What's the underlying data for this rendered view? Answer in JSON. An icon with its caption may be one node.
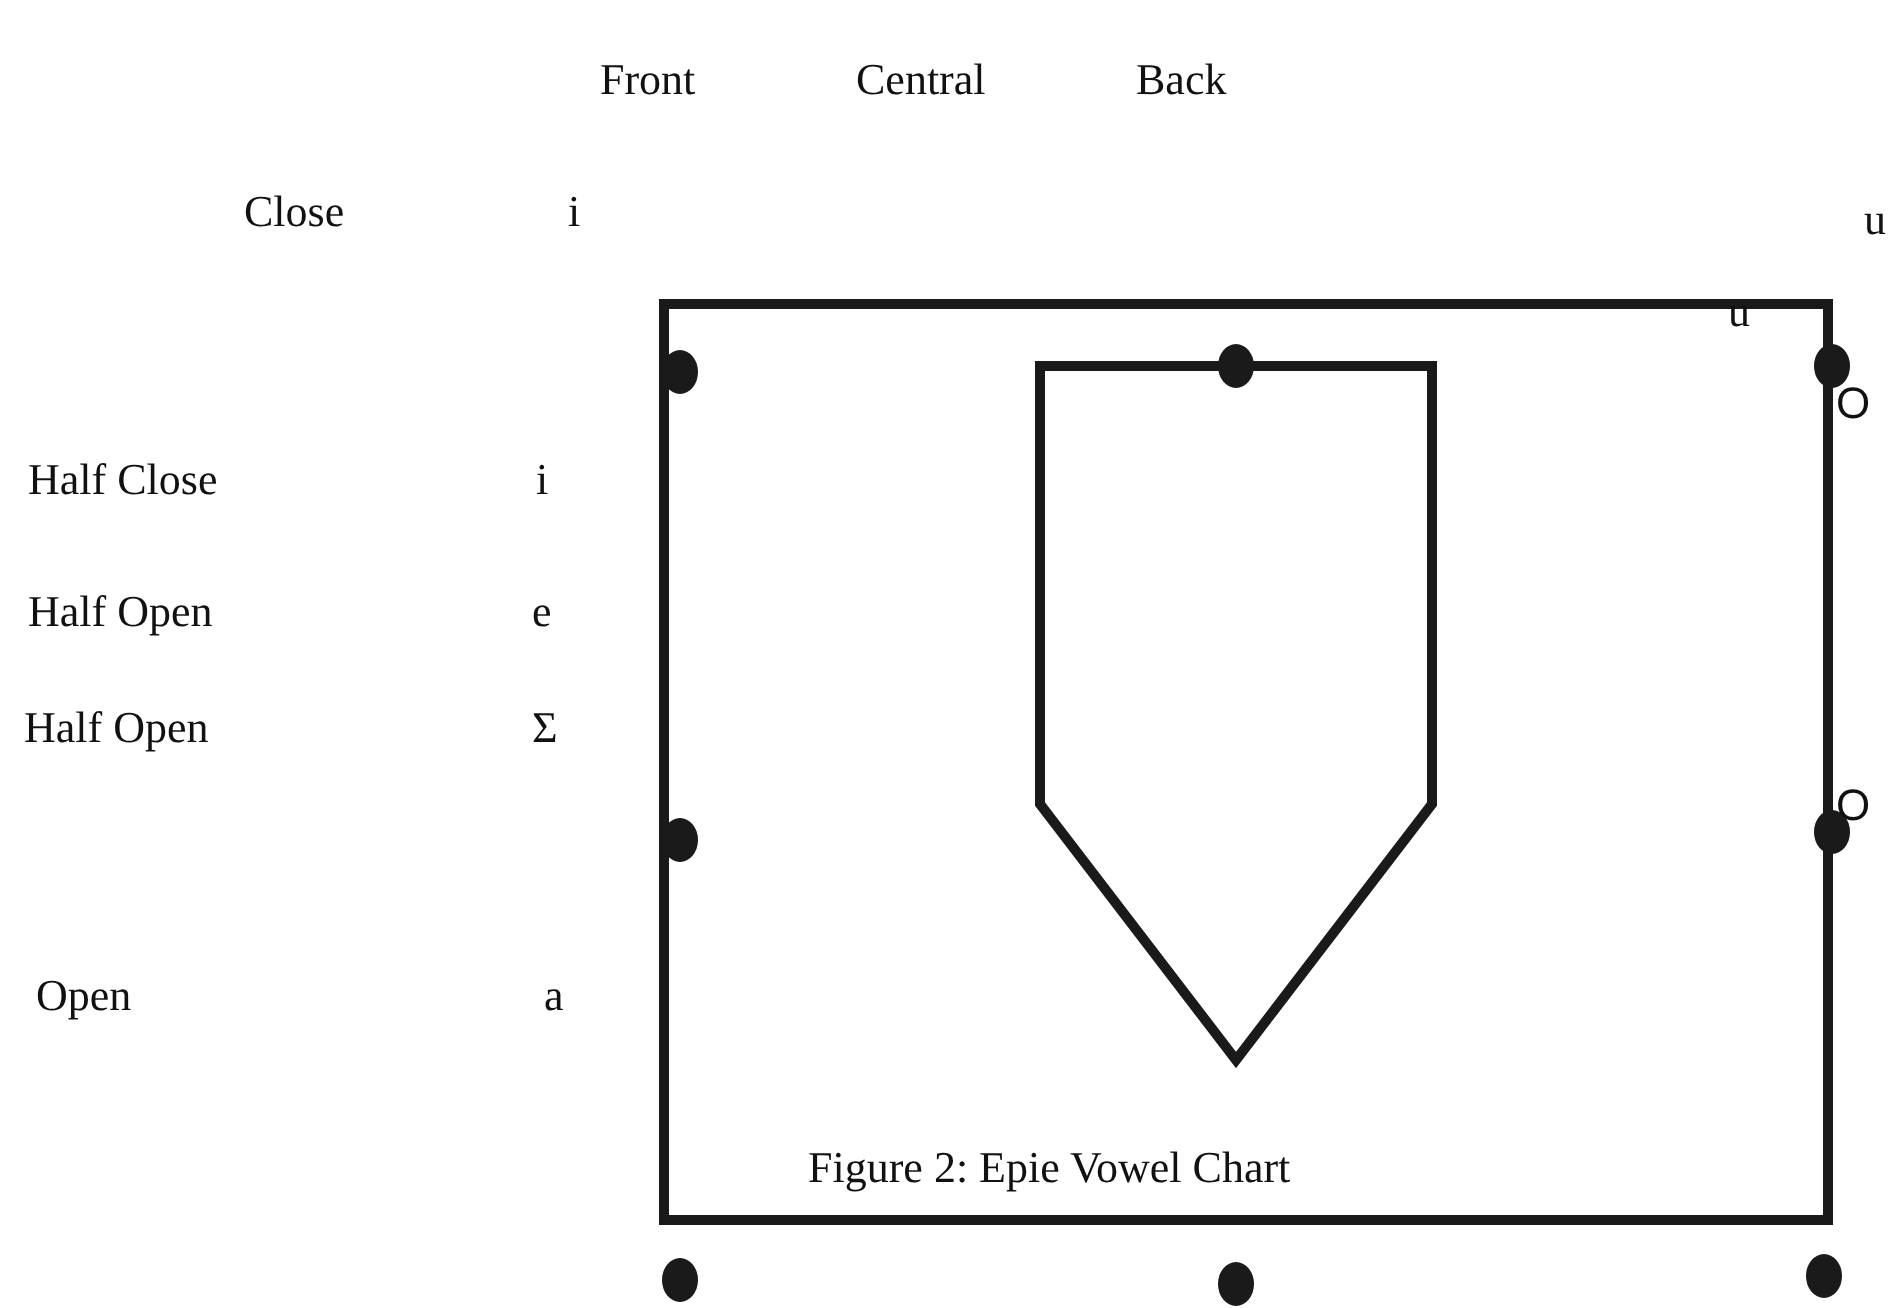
{
  "diagram": {
    "caption": "Figure 2: Epie Vowel Chart",
    "labels": [
      "Front",
      "Central",
      "Back",
      "Close",
      "i",
      "u",
      "u",
      "O",
      "Half Close",
      "i",
      "Half Open",
      "e",
      "Half Open",
      "Σ",
      "O",
      "Open",
      "a"
    ]
  }
}
